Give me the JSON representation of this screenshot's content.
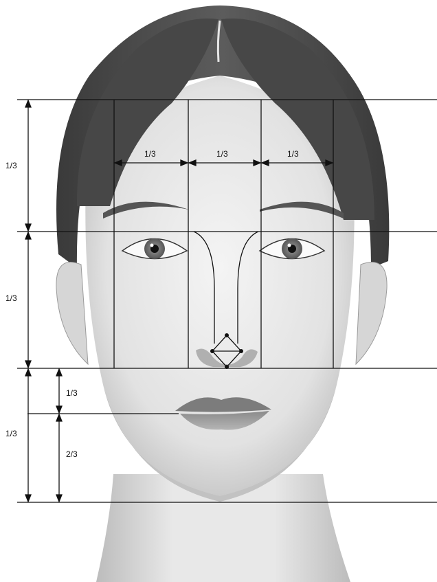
{
  "labels": {
    "upper_third": "1/3",
    "middle_third": "1/3",
    "lower_third": "1/3",
    "upper_lip": "1/3",
    "lower_lip_chin": "2/3",
    "width_left": "1/3",
    "width_center": "1/3",
    "width_right": "1/3"
  },
  "colors": {
    "hair": "#4a4a4a",
    "skin": "#ececec",
    "skin_shadow": "#c9c9c9",
    "line": "#111111"
  }
}
